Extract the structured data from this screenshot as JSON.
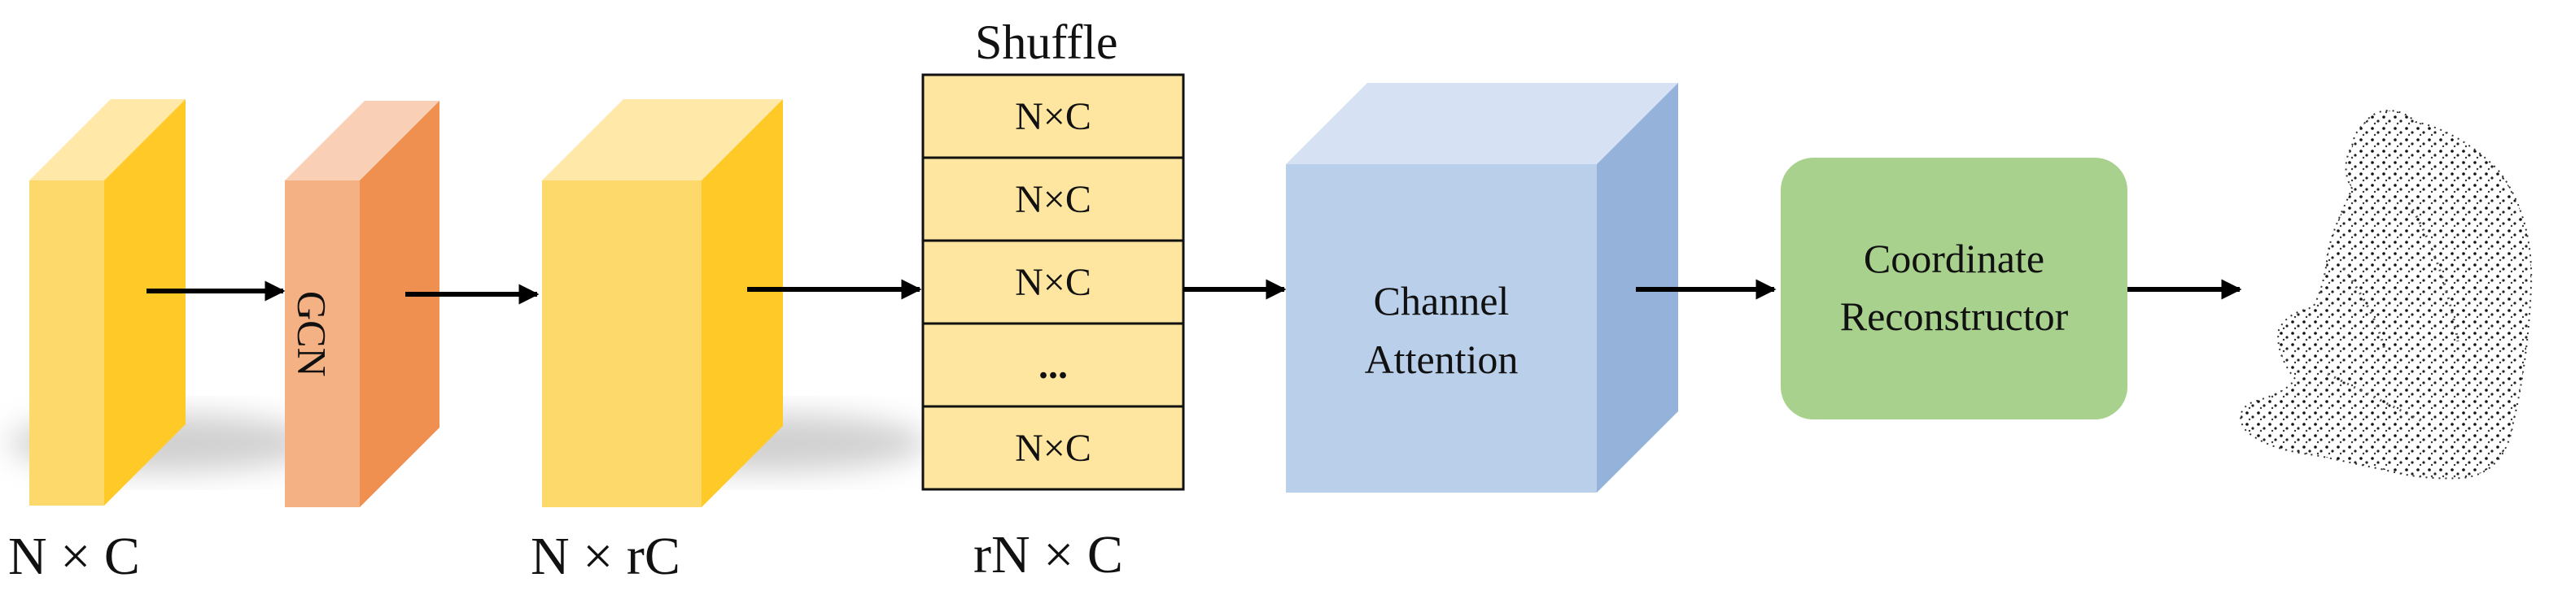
{
  "blocks": {
    "input": {
      "label": "N × C",
      "color_front": "#FDD86A",
      "color_top": "#FFE8A8",
      "color_side": "#FFC928"
    },
    "gcn": {
      "text": "GCN",
      "color_front": "#F3B184",
      "color_top": "#F9D0B6",
      "color_side": "#EF8F50"
    },
    "expanded": {
      "label": "N × rC",
      "color_front": "#FDD86A",
      "color_top": "#FFE8A8",
      "color_side": "#FFC928"
    }
  },
  "shuffle": {
    "title": "Shuffle",
    "cells": [
      "N×C",
      "N×C",
      "N×C",
      "...",
      "N×C"
    ],
    "label": "rN × C",
    "color": "#FFE6A0"
  },
  "attention": {
    "line1": "Channel",
    "line2": "Attention",
    "color_front": "#BACFEA",
    "color_top": "#D6E2F4",
    "color_side": "#95B2DA"
  },
  "reconstructor": {
    "line1": "Coordinate",
    "line2": "Reconstructor",
    "color": "#A8D18D"
  },
  "output": {
    "icon": "point-cloud-bear"
  }
}
